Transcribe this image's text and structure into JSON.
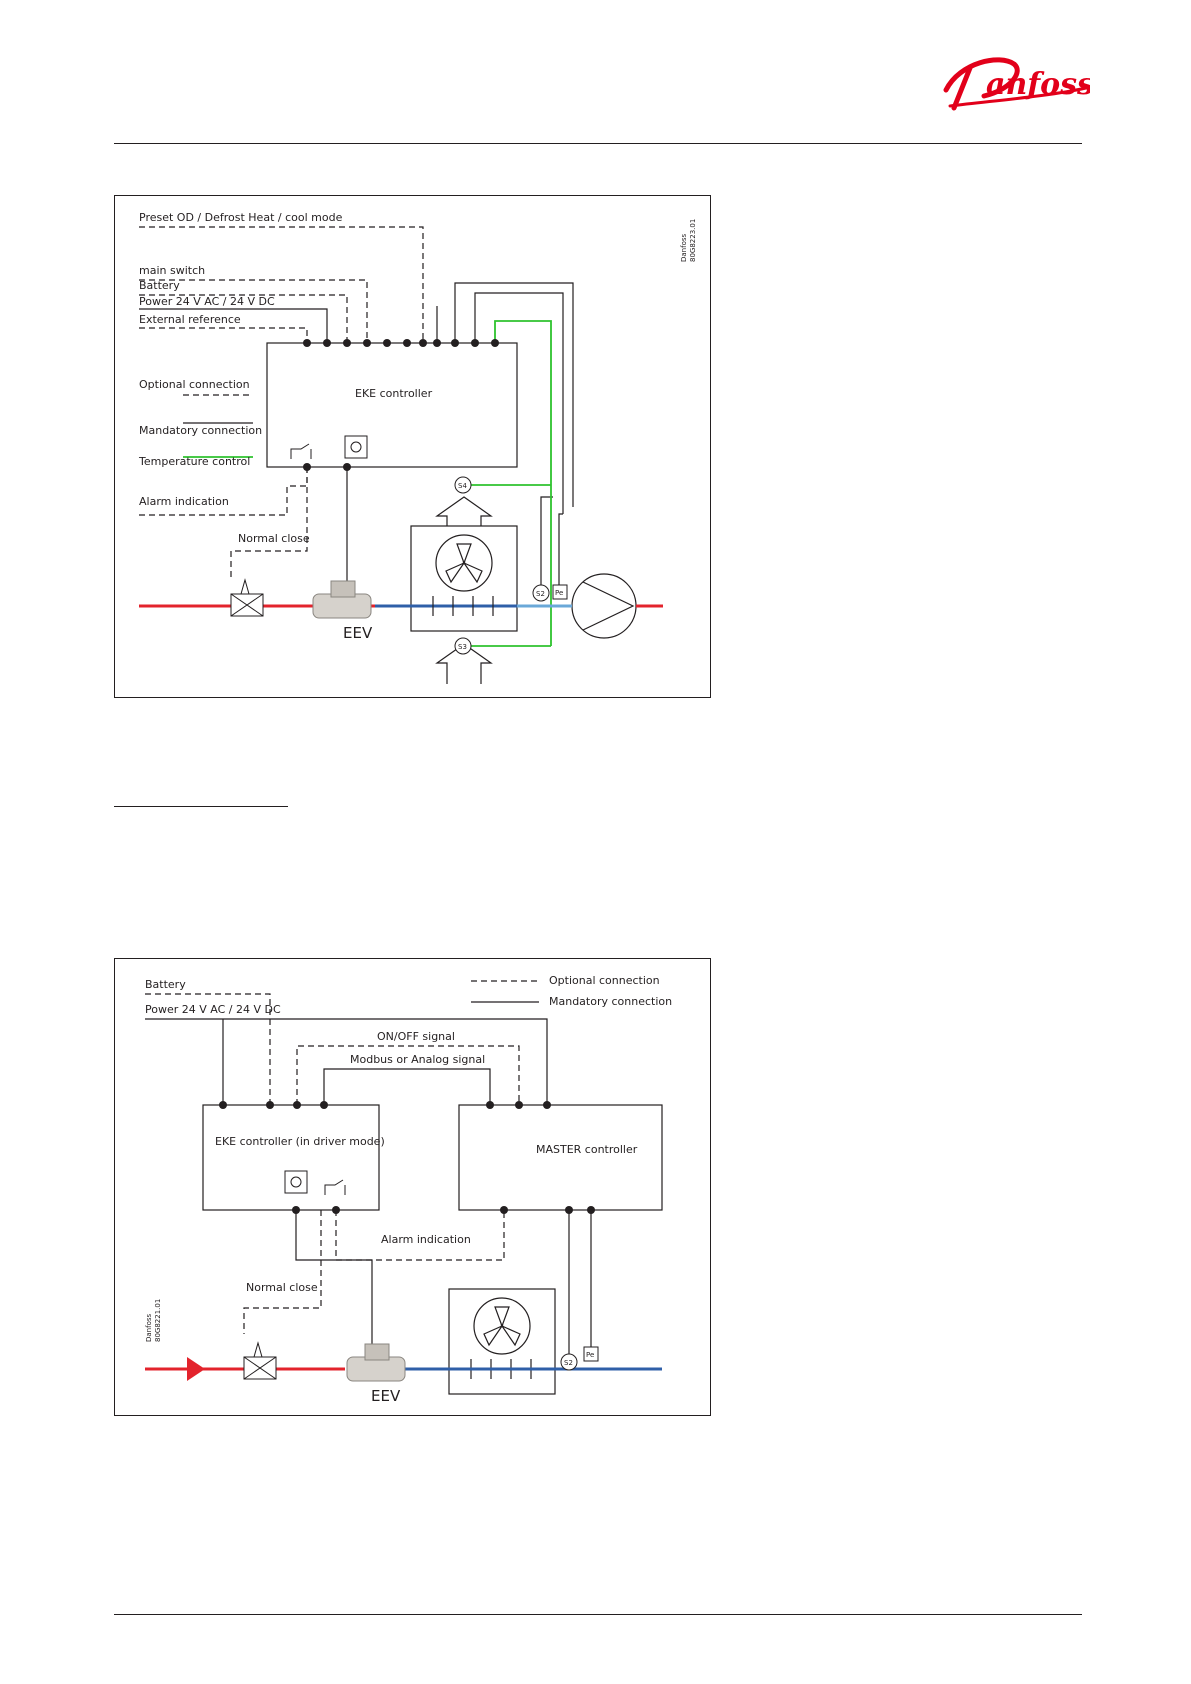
{
  "brand": {
    "name": "Danfoss",
    "color": "#e2001a"
  },
  "colors": {
    "line": "#231f20",
    "refrigerant_hot": "#e3232c",
    "refrigerant_cold": "#2f5fa8",
    "suction": "#6aa8d8",
    "temperature_control": "#2ec32e"
  },
  "diagram1": {
    "code": [
      "Danfoss",
      "80G8223.01"
    ],
    "labels": {
      "preset": "Preset OD / Defrost  Heat / cool mode",
      "main_switch": "main switch",
      "battery": "Battery",
      "power": "Power 24 V AC / 24 V DC",
      "external_reference": "External reference",
      "optional": "Optional connection",
      "mandatory": "Mandatory connection",
      "temperature_control": "Temperature control",
      "alarm": "Alarm indication",
      "normal_close": "Normal close",
      "controller": "EKE controller",
      "eev": "EEV",
      "s4": "S4",
      "s3": "S3",
      "s2": "S2",
      "pe": "Pe"
    }
  },
  "diagram2": {
    "code": [
      "Danfoss",
      "80G8221.01"
    ],
    "labels": {
      "battery": "Battery",
      "power": "Power 24 V AC / 24 V DC",
      "optional": "Optional connection",
      "mandatory": "Mandatory connection",
      "on_off": "ON/OFF signal",
      "modbus": "Modbus or Analog signal",
      "eke_driver": "EKE controller (in driver mode)",
      "master": "MASTER controller",
      "alarm": "Alarm indication",
      "normal_close": "Normal close",
      "eev": "EEV",
      "s2": "S2",
      "pe": "Pe"
    }
  }
}
